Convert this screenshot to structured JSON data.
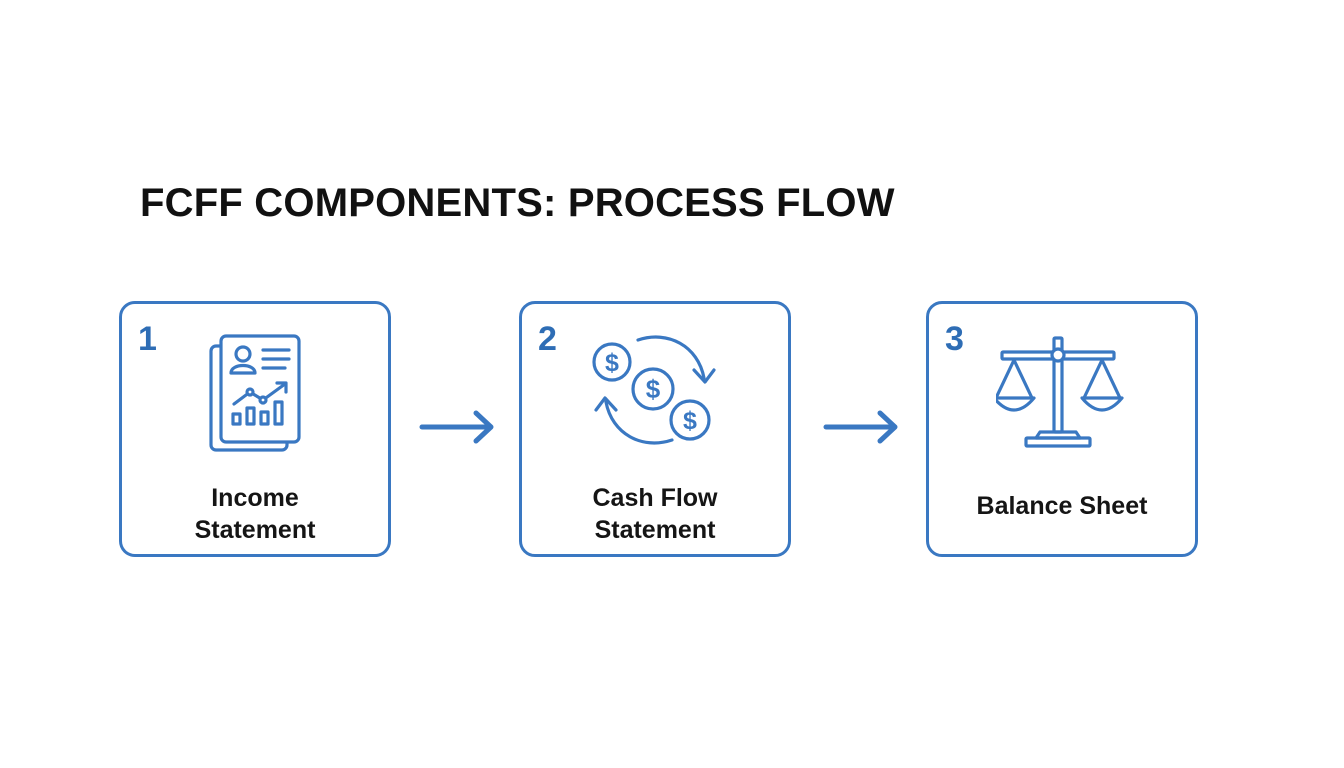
{
  "title": "FCFF COMPONENTS: PROCESS FLOW",
  "colors": {
    "accent": "#3a78c2",
    "number": "#2e6db5",
    "text": "#151515"
  },
  "steps": [
    {
      "number": "1",
      "label_line1": "Income",
      "label_line2": "Statement",
      "icon": "income-statement-report-icon"
    },
    {
      "number": "2",
      "label_line1": "Cash Flow",
      "label_line2": "Statement",
      "icon": "cash-flow-cycle-icon"
    },
    {
      "number": "3",
      "label": "Balance Sheet",
      "icon": "balance-scale-icon"
    }
  ],
  "connectors": [
    {
      "from": "1",
      "to": "2",
      "icon": "arrow-right-icon"
    },
    {
      "from": "2",
      "to": "3",
      "icon": "arrow-right-icon"
    }
  ]
}
